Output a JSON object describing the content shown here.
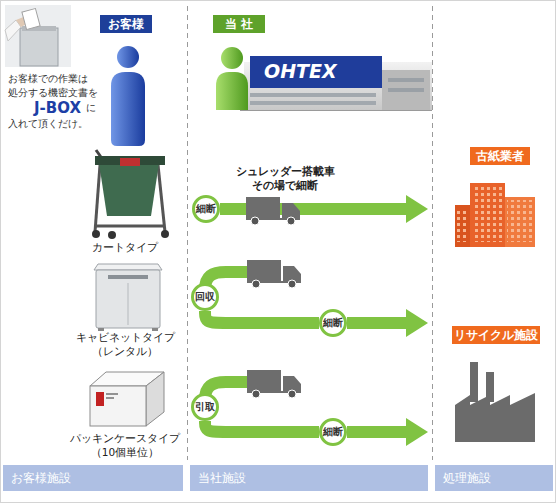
{
  "diagram": {
    "nodes": [
      {
        "text": [
          "お客様"
        ]
      },
      {
        "text": [
          "当 社"
        ]
      },
      {
        "text": [
          "カートタイプ"
        ]
      },
      {
        "text": [
          "キャビネットタイプ （レンタル）"
        ]
      },
      {
        "text": [
          "パッキンケースタイプ （10個単位）"
        ]
      },
      {
        "text": [
          "細断"
        ]
      },
      {
        "text": [
          "古紙業者"
        ]
      },
      {
        "text": [
          "回収"
        ]
      },
      {
        "text": [
          "細断"
        ]
      },
      {
        "text": [
          "リサイクル施設"
        ]
      },
      {
        "text": [
          "引取"
        ]
      },
      {
        "text": [
          "細断"
        ]
      },
      {
        "text": [
          "お客様施設"
        ]
      },
      {
        "text": [
          "当社施設"
        ]
      },
      {
        "text": [
          "処理施設"
        ]
      }
    ],
    "edges": [
      {
        "from": 5,
        "to": 6,
        "arrow": "to"
      },
      {
        "from": 7,
        "to": 8,
        "arrow": "none"
      },
      {
        "from": 8,
        "to": 9,
        "arrow": "to"
      },
      {
        "from": 10,
        "to": 11,
        "arrow": "none"
      },
      {
        "from": 11,
        "to": 9,
        "arrow": "to"
      }
    ],
    "labels": [
      "お客様での作業は",
      "処分する機密文書を",
      "J-BOX",
      "に",
      "入れて頂くだけ。",
      "OHTEX",
      "シュレッダー搭載車 その場で細断"
    ]
  }
}
